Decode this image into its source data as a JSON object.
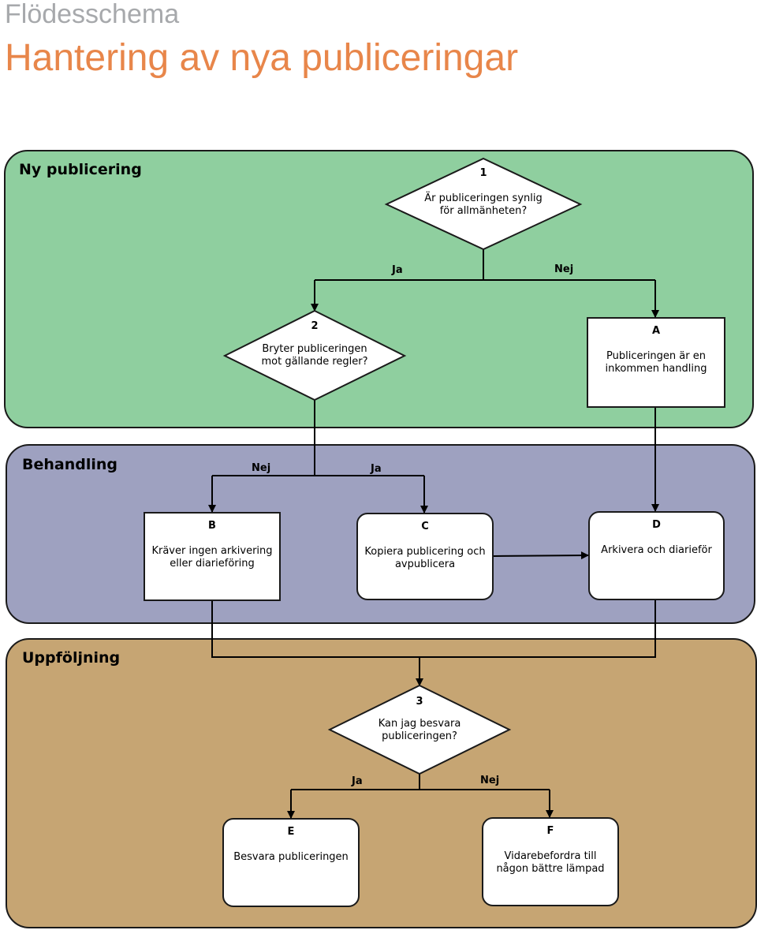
{
  "header": {
    "subtitle": "Flödesschema",
    "title": "Hantering av nya publiceringar"
  },
  "lanes": [
    {
      "label": "Ny publicering",
      "color": "#8fcf9f"
    },
    {
      "label": "Behandling",
      "color": "#9ea1c0"
    },
    {
      "label": "Uppföljning",
      "color": "#c6a573"
    }
  ],
  "decisions": {
    "d1": {
      "id": "1",
      "text": "Är publiceringen synlig för allmänheten?"
    },
    "d2": {
      "id": "2",
      "text": "Bryter publiceringen mot gällande regler?"
    },
    "d3": {
      "id": "3",
      "text": "Kan jag besvara publiceringen?"
    }
  },
  "boxes": {
    "A": {
      "id": "A",
      "text": "Publiceringen är en inkommen handling"
    },
    "B": {
      "id": "B",
      "text": "Kräver ingen arkivering eller diarieföring"
    },
    "C": {
      "id": "C",
      "text": "Kopiera publicering och avpublicera"
    },
    "D": {
      "id": "D",
      "text": "Arkivera och diarieför"
    },
    "E": {
      "id": "E",
      "text": "Besvara publiceringen"
    },
    "F": {
      "id": "F",
      "text": "Vidarebefordra till någon bättre lämpad"
    }
  },
  "edge_labels": {
    "yes": "Ja",
    "no": "Nej"
  }
}
